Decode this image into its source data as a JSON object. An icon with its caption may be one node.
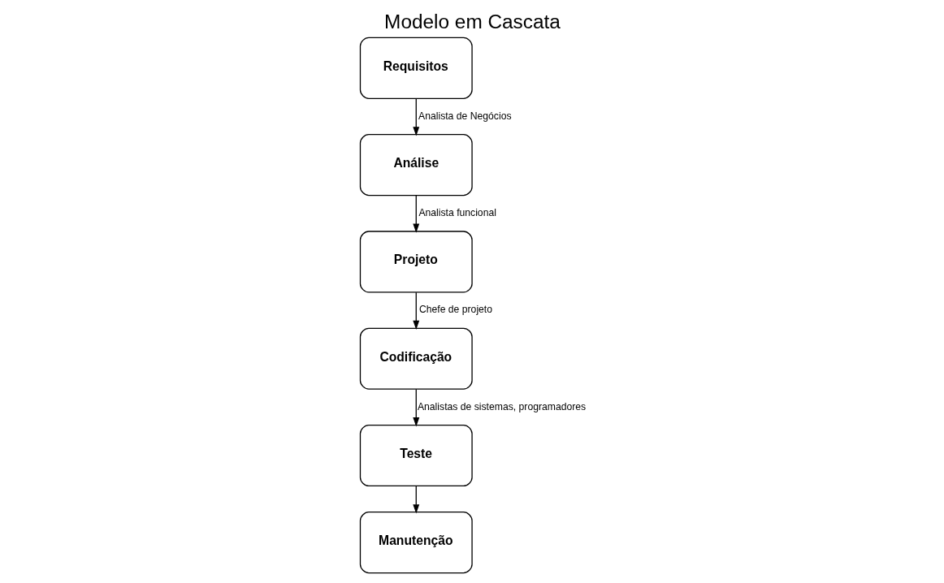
{
  "diagram": {
    "title": "Modelo em Cascata",
    "nodes": [
      {
        "text": [
          "Requisitos"
        ]
      },
      {
        "text": [
          "Análise"
        ]
      },
      {
        "text": [
          "Projeto"
        ]
      },
      {
        "text": [
          "Codificação"
        ]
      },
      {
        "text": [
          "Teste"
        ]
      },
      {
        "text": [
          "Manutenção"
        ]
      }
    ],
    "edges": [
      {
        "from": 0,
        "to": 1,
        "arrow": "to",
        "label": "Analista de Negócios"
      },
      {
        "from": 1,
        "to": 2,
        "arrow": "to",
        "label": "Analista funcional"
      },
      {
        "from": 2,
        "to": 3,
        "arrow": "to",
        "label": "Chefe de projeto"
      },
      {
        "from": 3,
        "to": 4,
        "arrow": "to",
        "label": "Analistas de sistemas, programadores"
      },
      {
        "from": 4,
        "to": 5,
        "arrow": "to"
      }
    ]
  }
}
